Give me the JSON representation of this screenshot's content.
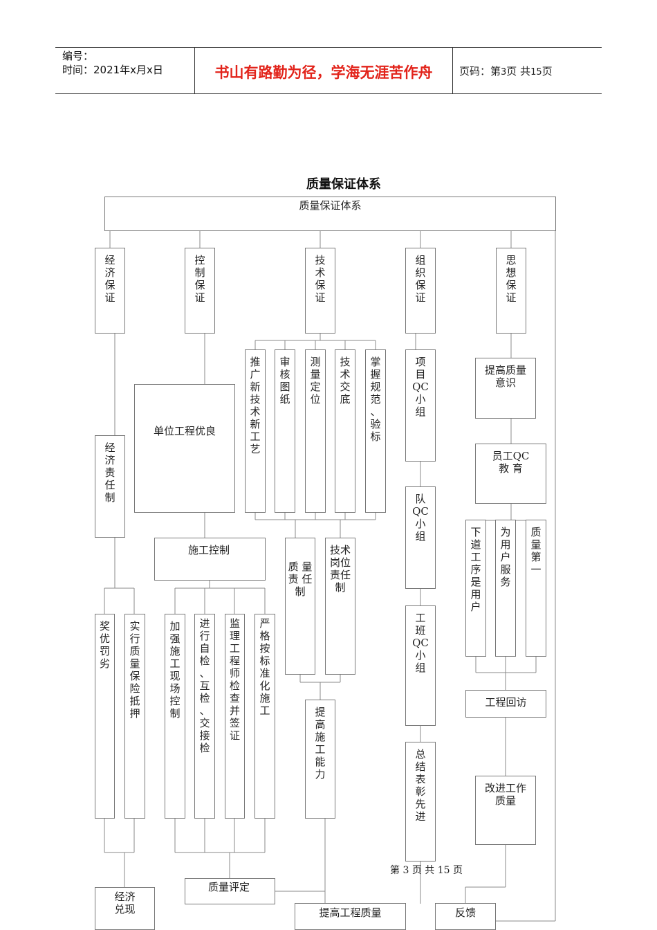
{
  "header": {
    "code_label": "编号：",
    "time_label": "时间：2021年x月x日",
    "motto": "书山有路勤为径，学海无涯苦作舟",
    "page_label": "页码：第",
    "page_current": "3",
    "page_mid": "页  共",
    "page_total": "15",
    "page_suffix": "页"
  },
  "title": "质量保证体系",
  "diagram": {
    "root": "质量保证体系",
    "pillars": {
      "economic": "经\n济\n保\n证",
      "control": "控\n制\n保\n证",
      "technical": "技\n术\n保\n证",
      "organization": "组\n织\n保\n证",
      "ideology": "思\n想\n保\n证"
    },
    "economic": {
      "responsibility": "经\n济\n责\n任\n制",
      "reward": "奖\n优\n罚\n劣",
      "insurance": "实\n行\n质\n量\n保\n险\n抵\n押",
      "fulfil": "经济\n兑现"
    },
    "control": {
      "unit_excellent": "单位工程优良",
      "construction_control": "施工控制",
      "strengthen": "加\n强\n施\n工\n现\n场\n控\n制",
      "self_check": "进\n行\n自\n检\n、\n互\n检\n、\n交\n接\n检",
      "supervisor": "监\n理\n工\n程\n师\n检\n查\n并\n签\n证",
      "standard": "严\n格\n按\n标\n准\n化\n施\n工",
      "assessment": "质量评定"
    },
    "technical": {
      "promote": "推\n广\n新\n技\n术\n新\n工\n艺",
      "review": "审\n核\n图\n纸",
      "survey": "测\n量\n定\n位",
      "disclosure": "技\n术\n交\n底",
      "master": "掌\n握\n规\n范\n、\n验\n标",
      "quality_resp_a": "质  量\n责  任\n制",
      "post_resp": "技术\n岗位\n责任\n制",
      "improve_ability": "提\n高\n施\n工\n能\n力",
      "improve_quality": "提高工程质量"
    },
    "organization": {
      "project_qc": "项\n目\nQC\n小\n组",
      "team_qc": "队\nQC\n小\n组",
      "crew_qc": "工\n班\nQC\n小\n组",
      "summary": "总\n结\n表\n彰\n先\n进"
    },
    "ideology": {
      "awareness": "提高质量\n意识",
      "education": "员工QC\n教  育",
      "next_process": "下\n道\n工\n序\n是\n用\n户",
      "serve_user": "为\n用\n户\n服\n务",
      "quality_first": "质\n量\n第\n一",
      "revisit": "工程回访",
      "improve_work": "改进工作\n质量",
      "feedback": "反馈"
    }
  },
  "footer": {
    "prefix": "第",
    "current": "3",
    "mid": "页  共",
    "total": "15",
    "suffix": "页"
  }
}
